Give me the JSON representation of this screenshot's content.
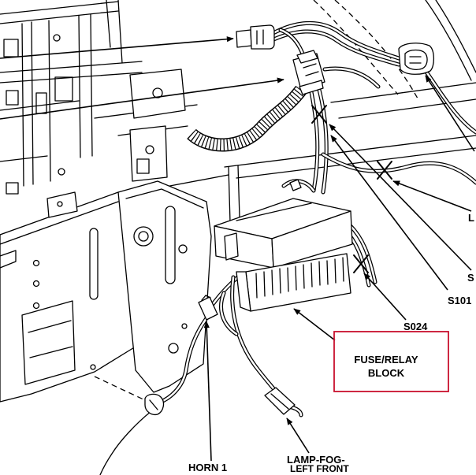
{
  "labels": {
    "fuse_relay_block_line1": "FUSE/RELAY",
    "fuse_relay_block_line2": "BLOCK",
    "horn": "HORN 1",
    "lamp_fog_line1": "LAMP-FOG-",
    "lamp_fog_line2": "LEFT FRONT",
    "s024": "S024",
    "s101": "S101",
    "edge_label_l": "L",
    "edge_label_s": "S"
  },
  "colors": {
    "highlight_box": "#c8102e",
    "line": "#000000",
    "background": "#ffffff"
  }
}
